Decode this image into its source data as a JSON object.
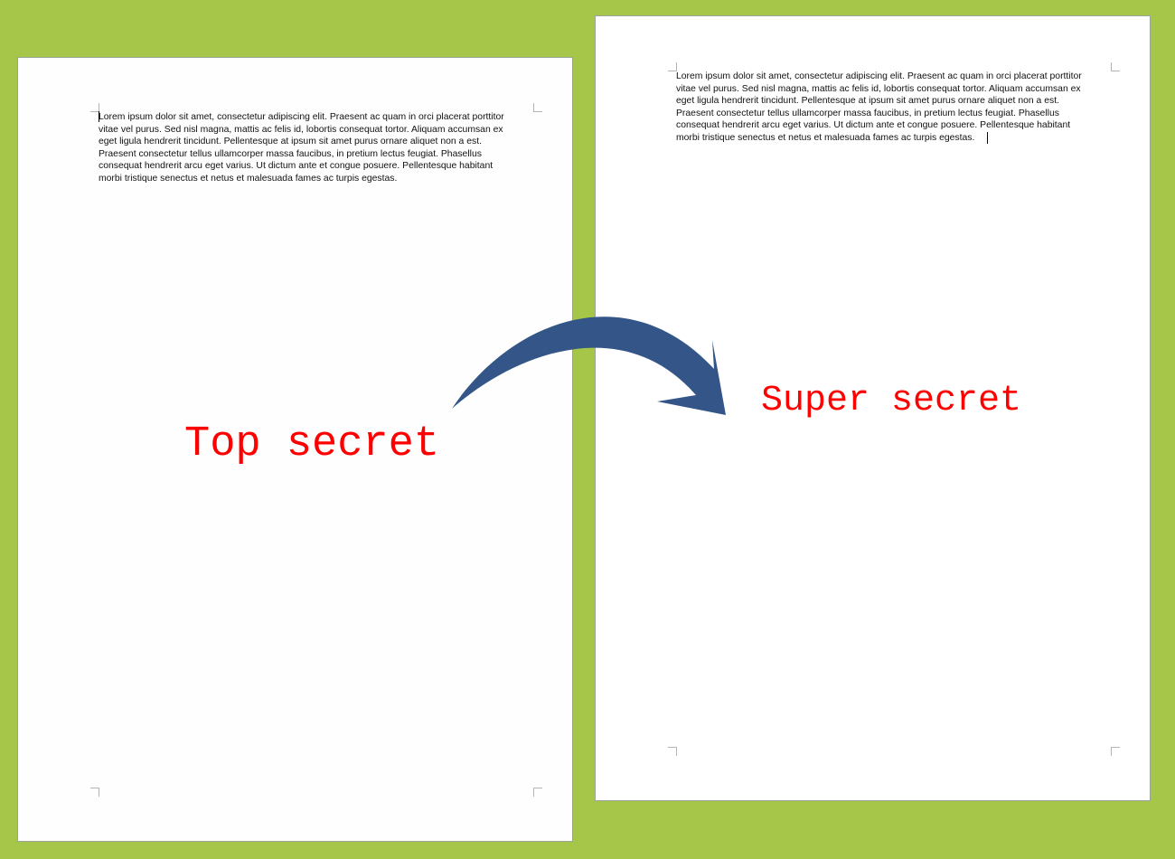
{
  "document_text": "Lorem ipsum dolor sit amet, consectetur adipiscing elit. Praesent ac quam in orci placerat porttitor\nvitae vel purus. Sed nisl magna, mattis ac felis id, lobortis consequat tortor. Aliquam accumsan ex\neget ligula hendrerit tincidunt. Pellentesque at ipsum sit amet purus ornare aliquet non a est.\nPraesent consectetur tellus ullamcorper massa faucibus, in pretium lectus feugiat. Phasellus\nconsequat hendrerit arcu eget varius. Ut dictum ante et congue posuere. Pellentesque habitant\nmorbi tristique senectus et netus et malesuada fames ac turpis egestas.",
  "left_page": {
    "overlay_label": "Top secret"
  },
  "right_page": {
    "overlay_label": "Super secret"
  },
  "colors": {
    "background": "#a6c64a",
    "overlay_text": "#ff0000",
    "arrow": "#335587"
  },
  "icons": {
    "arrow": "curved-arrow-right-icon"
  }
}
